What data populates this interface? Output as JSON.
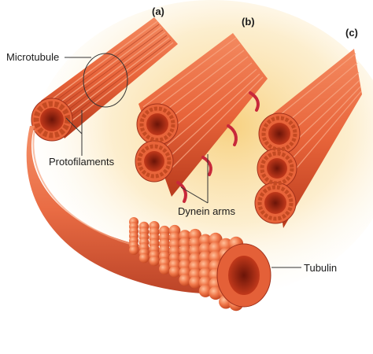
{
  "labels": {
    "microtubule": "Microtubule",
    "protofilaments": "Protofilaments",
    "dynein_arms": "Dynein arms",
    "tubulin": "Tubulin"
  },
  "panels": {
    "a": "(a)",
    "b": "(b)",
    "c": "(c)"
  },
  "colors": {
    "background_glow": "#f6c96a",
    "tubule_fill": "#e8643a",
    "tubule_stripe": "#f7a37f",
    "tubule_dark": "#9a2a12",
    "dynein_arm": "#c8283a",
    "label_line": "#333333"
  },
  "icons": [
    "tubulin-bead-icon"
  ]
}
